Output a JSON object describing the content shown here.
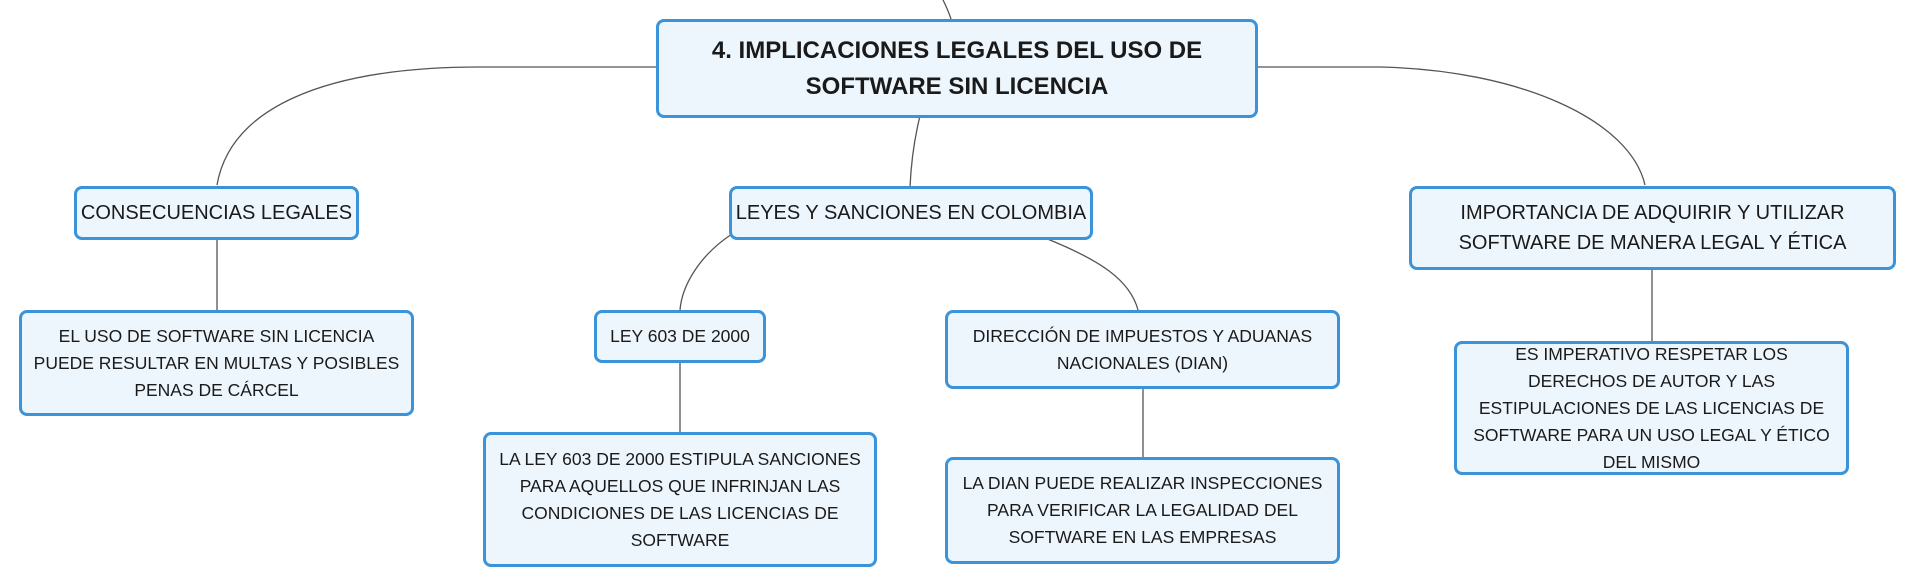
{
  "root": {
    "title": "4. IMPLICACIONES LEGALES DEL USO DE SOFTWARE SIN LICENCIA"
  },
  "branches": [
    {
      "label": "CONSECUENCIAS LEGALES",
      "children": [
        {
          "label": "EL USO DE SOFTWARE SIN LICENCIA PUEDE RESULTAR EN MULTAS Y POSIBLES PENAS DE CÁRCEL"
        }
      ]
    },
    {
      "label": "LEYES Y SANCIONES EN COLOMBIA",
      "children": [
        {
          "label": "LEY 603 DE 2000",
          "children": [
            {
              "label": "LA LEY 603 DE 2000 ESTIPULA SANCIONES PARA AQUELLOS QUE INFRINJAN LAS CONDICIONES DE LAS LICENCIAS DE SOFTWARE"
            }
          ]
        },
        {
          "label": "DIRECCIÓN DE IMPUESTOS Y ADUANAS NACIONALES (DIAN)",
          "children": [
            {
              "label": "LA DIAN PUEDE REALIZAR INSPECCIONES PARA VERIFICAR LA LEGALIDAD DEL SOFTWARE EN LAS EMPRESAS"
            }
          ]
        }
      ]
    },
    {
      "label": "IMPORTANCIA DE ADQUIRIR Y UTILIZAR SOFTWARE DE MANERA LEGAL Y ÉTICA",
      "children": [
        {
          "label": "ES IMPERATIVO RESPETAR LOS DERECHOS DE AUTOR Y LAS ESTIPULACIONES DE LAS LICENCIAS DE SOFTWARE PARA UN USO LEGAL Y ÉTICO DEL MISMO"
        }
      ]
    }
  ],
  "colors": {
    "node_border": "#3b94d9",
    "node_fill": "#eef6fd",
    "connector": "#555555"
  }
}
